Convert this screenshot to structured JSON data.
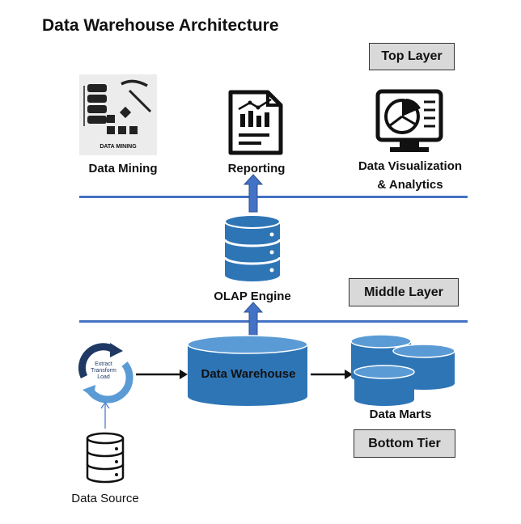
{
  "title": "Data Warehouse Architecture",
  "layers": {
    "top": "Top Layer",
    "middle": "Middle Layer",
    "bottom": "Bottom Tier"
  },
  "top_items": {
    "data_mining": "Data Mining",
    "data_mining_caption": "DATA MINING",
    "reporting": "Reporting",
    "visualization_line1": "Data Visualization",
    "visualization_line2": "& Analytics"
  },
  "middle": {
    "olap_engine": "OLAP Engine"
  },
  "bottom": {
    "etl_line1": "Extract",
    "etl_line2": "Transform",
    "etl_line3": "Load",
    "data_warehouse": "Data Warehouse",
    "data_marts": "Data Marts",
    "data_source": "Data Source"
  },
  "colors": {
    "accent_blue": "#4472c4",
    "cylinder_blue": "#2e75b6",
    "cylinder_top": "#5b9bd5",
    "etl_dark": "#1f3864",
    "etl_light": "#5b9bd5",
    "layer_box_bg": "#d9d9d9"
  }
}
